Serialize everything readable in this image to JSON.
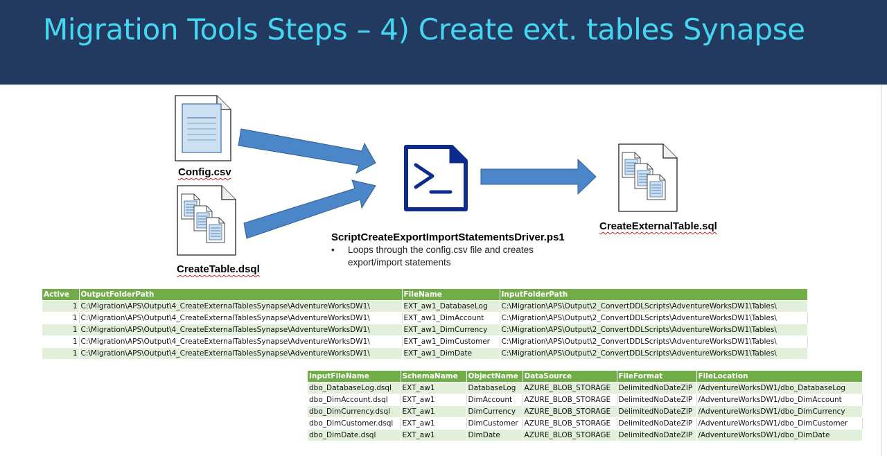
{
  "slide": {
    "title": "Migration Tools Steps – 4) Create ext. tables Synapse"
  },
  "diagram": {
    "config_label": "Config.csv",
    "createtable_label": "CreateTable.dsql",
    "script_label": "ScriptCreateExportImportStatementsDriver.ps1",
    "bullet": "Loops through the config.csv file and creates export/import statements",
    "bullet_symbol": "•",
    "output_label": "CreateExternalTable.sql",
    "powershell_icon": "powershell-file-icon",
    "arrow_color": "#4a86c8",
    "icon_color": "#0c2b8c"
  },
  "table1": {
    "headers": [
      "Active",
      "OutputFolderPath",
      "FileName",
      "InputFolderPath"
    ],
    "rows": [
      [
        "1",
        "C:\\Migration\\APS\\Output\\4_CreateExternalTablesSynapse\\AdventureWorksDW1\\",
        "EXT_aw1_DatabaseLog",
        "C:\\Migration\\APS\\Output\\2_ConvertDDLScripts\\AdventureWorksDW1\\Tables\\"
      ],
      [
        "1",
        "C:\\Migration\\APS\\Output\\4_CreateExternalTablesSynapse\\AdventureWorksDW1\\",
        "EXT_aw1_DimAccount",
        "C:\\Migration\\APS\\Output\\2_ConvertDDLScripts\\AdventureWorksDW1\\Tables\\"
      ],
      [
        "1",
        "C:\\Migration\\APS\\Output\\4_CreateExternalTablesSynapse\\AdventureWorksDW1\\",
        "EXT_aw1_DimCurrency",
        "C:\\Migration\\APS\\Output\\2_ConvertDDLScripts\\AdventureWorksDW1\\Tables\\"
      ],
      [
        "1",
        "C:\\Migration\\APS\\Output\\4_CreateExternalTablesSynapse\\AdventureWorksDW1\\",
        "EXT_aw1_DimCustomer",
        "C:\\Migration\\APS\\Output\\2_ConvertDDLScripts\\AdventureWorksDW1\\Tables\\"
      ],
      [
        "1",
        "C:\\Migration\\APS\\Output\\4_CreateExternalTablesSynapse\\AdventureWorksDW1\\",
        "EXT_aw1_DimDate",
        "C:\\Migration\\APS\\Output\\2_ConvertDDLScripts\\AdventureWorksDW1\\Tables\\"
      ]
    ]
  },
  "table2": {
    "headers": [
      "InputFileName",
      "SchemaName",
      "ObjectName",
      "DataSource",
      "FileFormat",
      "FileLocation"
    ],
    "rows": [
      [
        "dbo_DatabaseLog.dsql",
        "EXT_aw1",
        "DatabaseLog",
        "AZURE_BLOB_STORAGE",
        "DelimitedNoDateZIP",
        "/AdventureWorksDW1/dbo_DatabaseLog"
      ],
      [
        "dbo_DimAccount.dsql",
        "EXT_aw1",
        "DimAccount",
        "AZURE_BLOB_STORAGE",
        "DelimitedNoDateZIP",
        "/AdventureWorksDW1/dbo_DimAccount"
      ],
      [
        "dbo_DimCurrency.dsql",
        "EXT_aw1",
        "DimCurrency",
        "AZURE_BLOB_STORAGE",
        "DelimitedNoDateZIP",
        "/AdventureWorksDW1/dbo_DimCurrency"
      ],
      [
        "dbo_DimCustomer.dsql",
        "EXT_aw1",
        "DimCustomer",
        "AZURE_BLOB_STORAGE",
        "DelimitedNoDateZIP",
        "/AdventureWorksDW1/dbo_DimCustomer"
      ],
      [
        "dbo_DimDate.dsql",
        "EXT_aw1",
        "DimDate",
        "AZURE_BLOB_STORAGE",
        "DelimitedNoDateZIP",
        "/AdventureWorksDW1/dbo_DimDate"
      ]
    ]
  }
}
